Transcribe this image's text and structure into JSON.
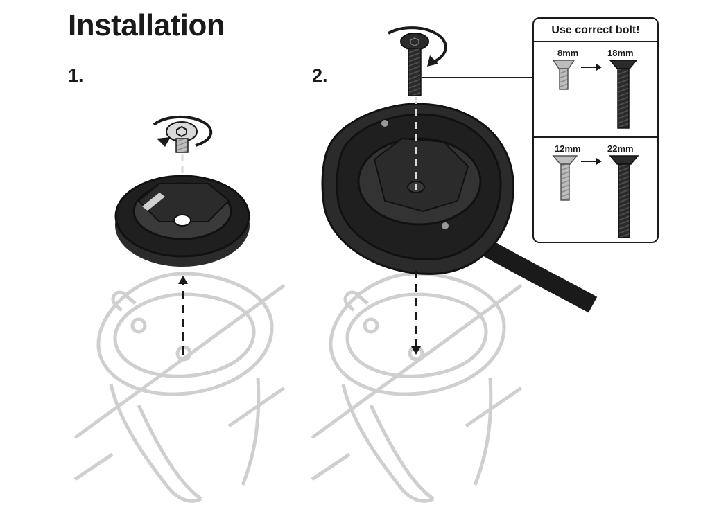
{
  "title": "Installation",
  "steps": [
    {
      "label": "1."
    },
    {
      "label": "2."
    }
  ],
  "bolt_guide": {
    "title": "Use correct bolt!",
    "rows": [
      {
        "from": "8mm",
        "to": "18mm"
      },
      {
        "from": "12mm",
        "to": "22mm"
      }
    ]
  },
  "colors": {
    "ink": "#1a1a1a",
    "mount_dark": "#2b2b2b",
    "bolt_gray": "#a9a9a9",
    "outline_light": "#cfcfcf"
  }
}
